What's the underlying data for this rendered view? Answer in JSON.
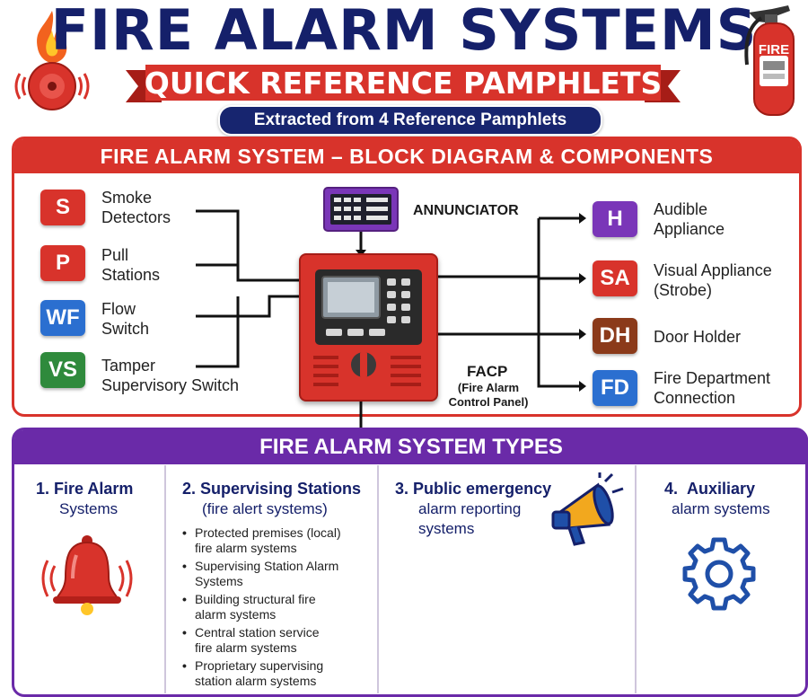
{
  "header": {
    "title": "FIRE ALARM SYSTEMS",
    "ribbon_text": "QUICK REFERENCE PAMPHLETS",
    "subtitle": "Extracted from 4 Reference Pamphlets",
    "extinguisher_label": "FIRE"
  },
  "diagram": {
    "heading": "FIRE ALARM SYSTEM – BLOCK DIAGRAM & COMPONENTS",
    "inputs": [
      {
        "code": "S",
        "line1": "Smoke",
        "line2": "Detectors",
        "color": "#d8332b"
      },
      {
        "code": "P",
        "line1": "Pull",
        "line2": "Stations",
        "color": "#d8332b"
      },
      {
        "code": "WF",
        "line1": "Flow",
        "line2": "Switch",
        "color": "#2b6fd0"
      },
      {
        "code": "VS",
        "line1": "Tamper",
        "line2": "Supervisory Switch",
        "color": "#2f8a3c"
      }
    ],
    "outputs": [
      {
        "code": "H",
        "line1": "Audible",
        "line2": "Appliance",
        "color": "#7a36b8"
      },
      {
        "code": "SA",
        "line1": "Visual Appliance",
        "line2": "(Strobe)",
        "color": "#d8332b"
      },
      {
        "code": "DH",
        "line1": "Door Holder",
        "line2": "",
        "color": "#8b3a1a"
      },
      {
        "code": "FD",
        "line1": "Fire Department",
        "line2": "Connection",
        "color": "#2b6fd0"
      }
    ],
    "annunciator_label": "ANNUNCIATOR",
    "facp_label": "FACP",
    "facp_desc_line1": "(Fire Alarm",
    "facp_desc_line2": "Control Panel)"
  },
  "types": {
    "heading": "FIRE ALARM SYSTEM TYPES",
    "items": [
      {
        "num": "1.",
        "title_line1": "Fire Alarm",
        "title_line2": "Systems"
      },
      {
        "num": "2.",
        "title_line1": "Supervising Stations",
        "title_line2": "(fire alert systems)",
        "subitems": [
          {
            "l1": "Protected premises (local)",
            "l2": "fire alarm systems"
          },
          {
            "l1": "Supervising Station Alarm",
            "l2": "Systems"
          },
          {
            "l1": "Building structural fire",
            "l2": "alarm systems"
          },
          {
            "l1": "Central station service",
            "l2": "fire alarm systems"
          },
          {
            "l1": "Proprietary supervising",
            "l2": "station alarm systems"
          }
        ]
      },
      {
        "num": "3.",
        "title_line1": "Public emergency",
        "title_line2": "alarm reporting",
        "title_line3": "systems"
      },
      {
        "num": "4.",
        "title_line1": "Auxiliary",
        "title_line2": "alarm systems"
      }
    ]
  },
  "colors": {
    "navy": "#15206a",
    "red": "#d8332b",
    "purple": "#6a2aa8"
  }
}
